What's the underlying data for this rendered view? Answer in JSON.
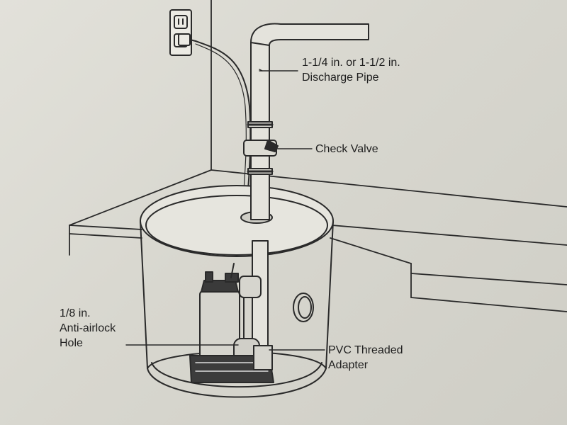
{
  "labels": {
    "discharge_pipe": [
      "1-1/4 in. or 1-1/2 in.",
      "Discharge Pipe"
    ],
    "check_valve": [
      "Check Valve"
    ],
    "anti_airlock_hole": [
      "1/8 in.",
      "Anti-airlock",
      "Hole"
    ],
    "pvc_adapter": [
      "PVC Threaded",
      "Adapter"
    ]
  },
  "colors": {
    "paper": "#dcdbd3",
    "ink": "#1e1e1e"
  },
  "icons": [
    "wall-outlet-icon",
    "power-plug-icon"
  ]
}
